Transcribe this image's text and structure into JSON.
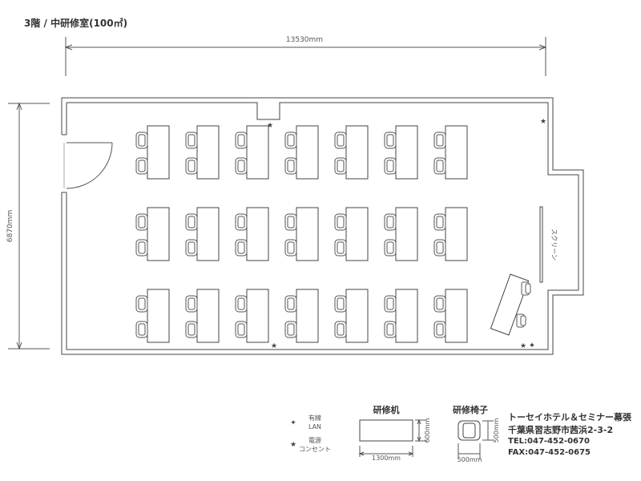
{
  "header": {
    "title": "3階 / 中研修室(100㎡)"
  },
  "dimensions": {
    "width_label": "13530mm",
    "height_label": "6870mm"
  },
  "room": {
    "screen_label": "スクリーン"
  },
  "layout": {
    "table_rows": 3,
    "tables_per_row": 7,
    "seats_per_table": 2
  },
  "legend": {
    "lan": {
      "label_top": "有線",
      "label_bottom": "LAN"
    },
    "outlet": {
      "label_top": "電源",
      "label_bottom": "コンセント"
    },
    "desk": {
      "title": "研修机",
      "width_label": "1300mm",
      "depth_label": "600mm"
    },
    "chair": {
      "title": "研修椅子",
      "width_label": "500mm",
      "depth_label": "500mm"
    }
  },
  "hotel": {
    "name": "トーセイホテル＆セミナー幕張",
    "address": "千葉県習志野市茜浜2-3-2",
    "tel": "TEL:047-452-0670",
    "fax": "FAX:047-452-0675"
  },
  "colors": {
    "line": "#444444",
    "light": "#888888",
    "paper": "#ffffff"
  }
}
